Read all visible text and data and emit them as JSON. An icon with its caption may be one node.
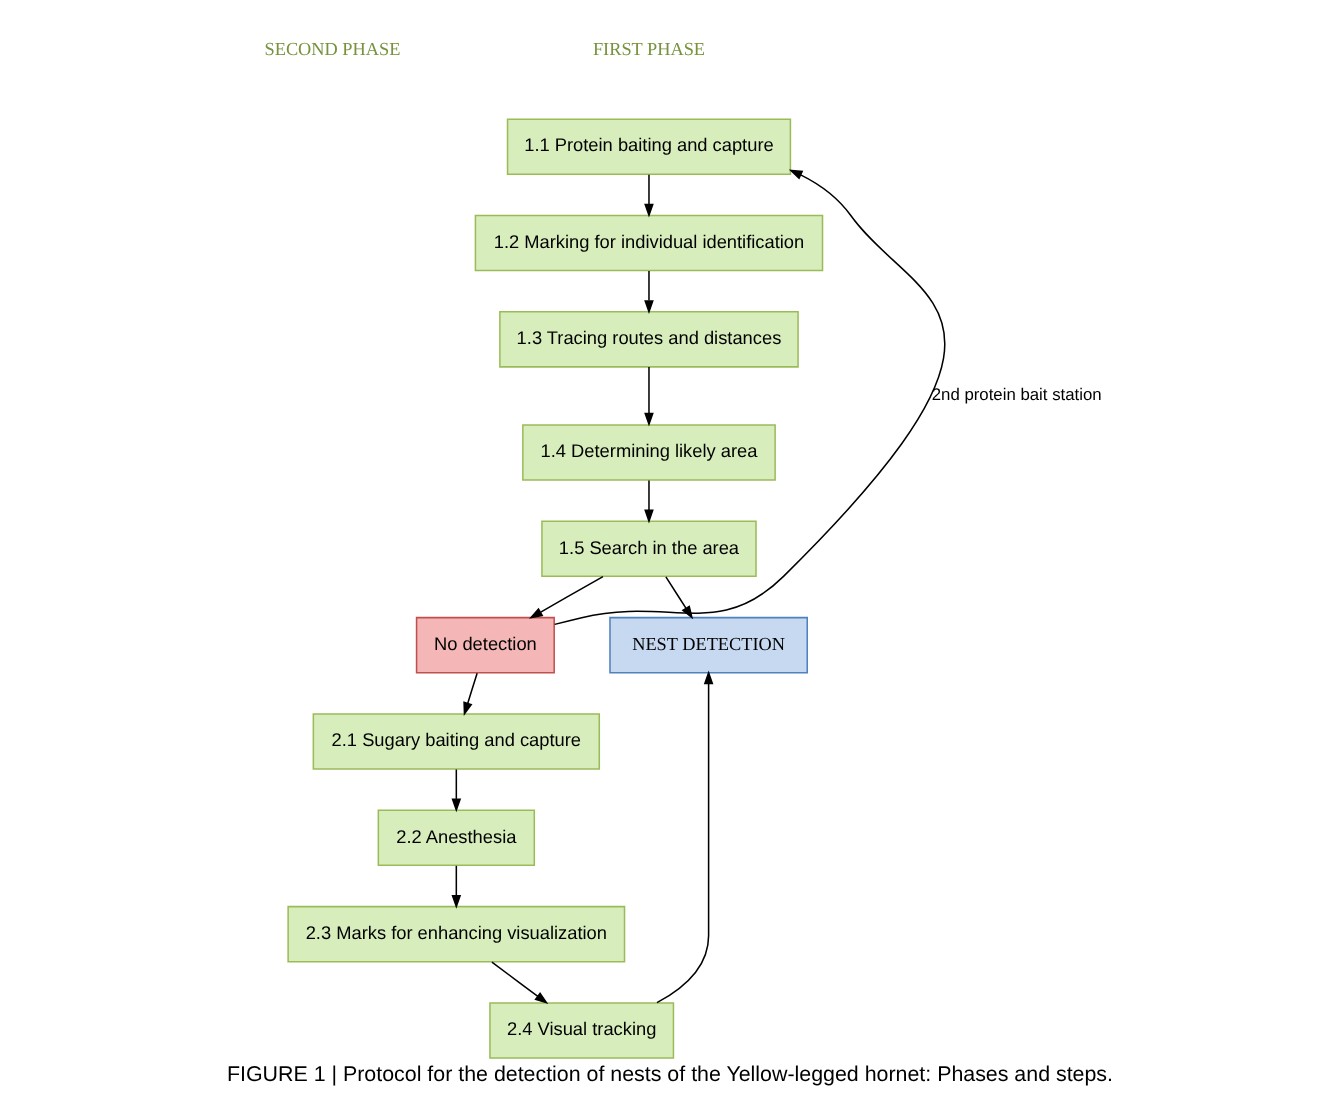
{
  "diagram": {
    "caption": "FIGURE 1 | Protocol for the detection of nests of the Yellow-legged hornet: Phases and steps.",
    "nodes": [
      {
        "text": [
          "1.1 Protein baiting and capture"
        ]
      },
      {
        "text": [
          "1.2 Marking for individual identification"
        ]
      },
      {
        "text": [
          "1.3 Tracing routes and distances"
        ]
      },
      {
        "text": [
          "1.4 Determining likely area"
        ]
      },
      {
        "text": [
          "1.5 Search in the area"
        ]
      },
      {
        "text": [
          "NEST DETECTION"
        ]
      },
      {
        "text": [
          "No detection"
        ]
      },
      {
        "text": [
          "2.1 Sugary baiting and capture"
        ]
      },
      {
        "text": [
          "2.2 Anesthesia"
        ]
      },
      {
        "text": [
          "2.3 Marks for enhancing visualization"
        ]
      },
      {
        "text": [
          "2.4 Visual tracking"
        ]
      }
    ],
    "edges": [
      {
        "from": 0,
        "to": 1,
        "arrow": "to"
      },
      {
        "from": 1,
        "to": 2,
        "arrow": "to"
      },
      {
        "from": 2,
        "to": 3,
        "arrow": "to"
      },
      {
        "from": 3,
        "to": 4,
        "arrow": "to"
      },
      {
        "from": 4,
        "to": 5,
        "arrow": "to"
      },
      {
        "from": 4,
        "to": 6,
        "arrow": "to"
      },
      {
        "from": 6,
        "to": 0,
        "arrow": "to",
        "label": "2nd protein bait station"
      },
      {
        "from": 6,
        "to": 7,
        "arrow": "to"
      },
      {
        "from": 7,
        "to": 8,
        "arrow": "to"
      },
      {
        "from": 8,
        "to": 9,
        "arrow": "to"
      },
      {
        "from": 9,
        "to": 10,
        "arrow": "to"
      },
      {
        "from": 10,
        "to": 5,
        "arrow": "to"
      }
    ],
    "labels": [
      "FIRST PHASE",
      "SECOND PHASE"
    ]
  }
}
